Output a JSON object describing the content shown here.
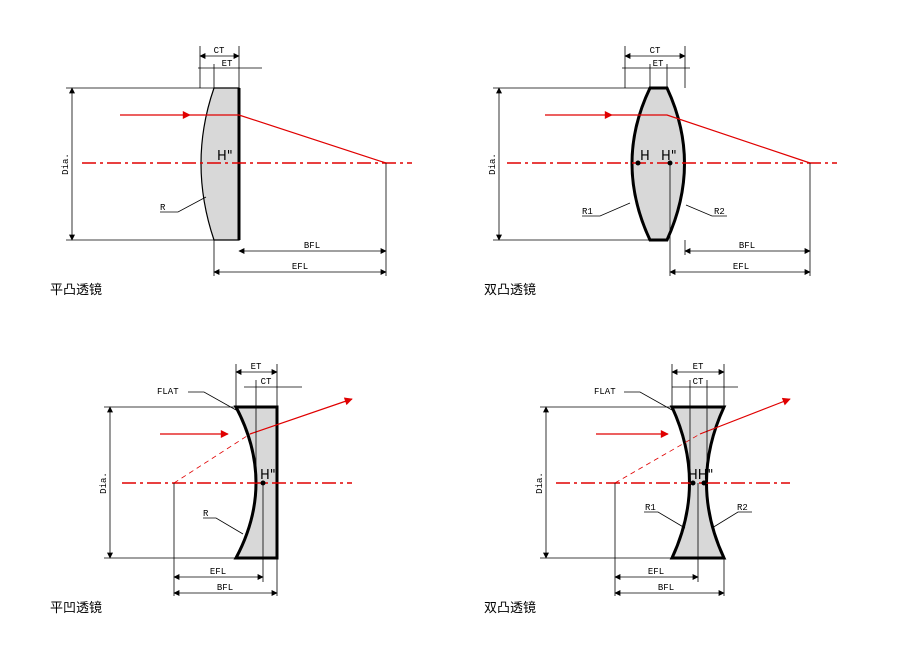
{
  "panels": {
    "plano_convex": {
      "caption": "平凸透镜",
      "labels": {
        "ct": "CT",
        "et": "ET",
        "dia": "Dia.",
        "h": "H\"",
        "r": "R",
        "bfl": "BFL",
        "efl": "EFL"
      }
    },
    "biconvex": {
      "caption": "双凸透镜",
      "labels": {
        "ct": "CT",
        "et": "ET",
        "dia": "Dia.",
        "h1": "H",
        "h2": "H\"",
        "r1": "R1",
        "r2": "R2",
        "bfl": "BFL",
        "efl": "EFL"
      }
    },
    "plano_concave": {
      "caption": "平凹透镜",
      "labels": {
        "et": "ET",
        "ct": "CT",
        "flat": "FLAT",
        "dia": "Dia.",
        "h": "H\"",
        "r": "R",
        "efl": "EFL",
        "bfl": "BFL"
      }
    },
    "biconcave": {
      "caption": "双凸透镜",
      "labels": {
        "et": "ET",
        "ct": "CT",
        "flat": "FLAT",
        "dia": "Dia.",
        "hh": "HH\"",
        "r1": "R1",
        "r2": "R2",
        "efl": "EFL",
        "bfl": "BFL"
      }
    }
  },
  "colors": {
    "ray": "#e00000",
    "lens_fill": "#d8d8d8",
    "line": "#000000"
  }
}
